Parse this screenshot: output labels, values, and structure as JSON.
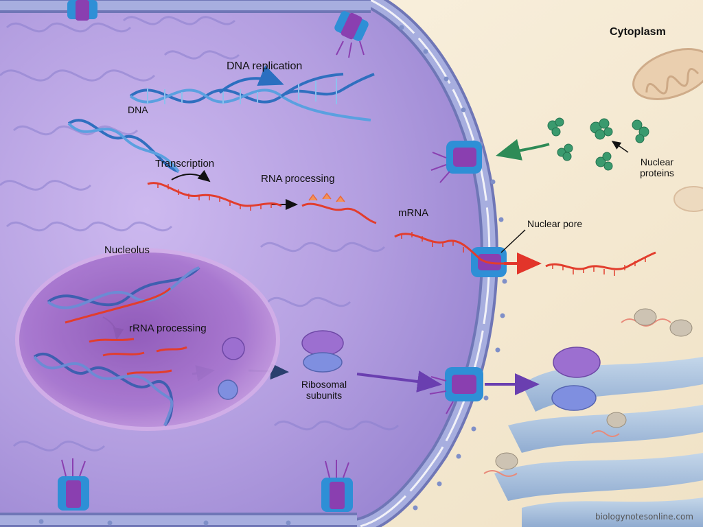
{
  "labels": {
    "cytoplasm": "Cytoplasm",
    "dna_replication": "DNA replication",
    "dna": "DNA",
    "transcription": "Transcription",
    "rna_processing": "RNA processing",
    "mrna": "mRNA",
    "nuclear_pore": "Nuclear pore",
    "nuclear_proteins_line1": "Nuclear",
    "nuclear_proteins_line2": "proteins",
    "nucleolus": "Nucleolus",
    "rrna_processing": "rRNA processing",
    "ribosomal_subunits_line1": "Ribosomal",
    "ribosomal_subunits_line2": "subunits"
  },
  "watermark": "biologynotesonline.com",
  "colors": {
    "cytoplasm": "#f6ecd8",
    "nucleoplasm": "#b9a3e3",
    "nucleolus": "#a678cc",
    "envelope": "#8a93c8",
    "pore": "#7a3fa8",
    "dna": "#4b86cf",
    "rna": "#e23d2d",
    "protein": "#3a9a6e",
    "ribosome_large": "#9c6fd0",
    "ribosome_small": "#7f8fe0",
    "er": "#9fbfe4"
  }
}
